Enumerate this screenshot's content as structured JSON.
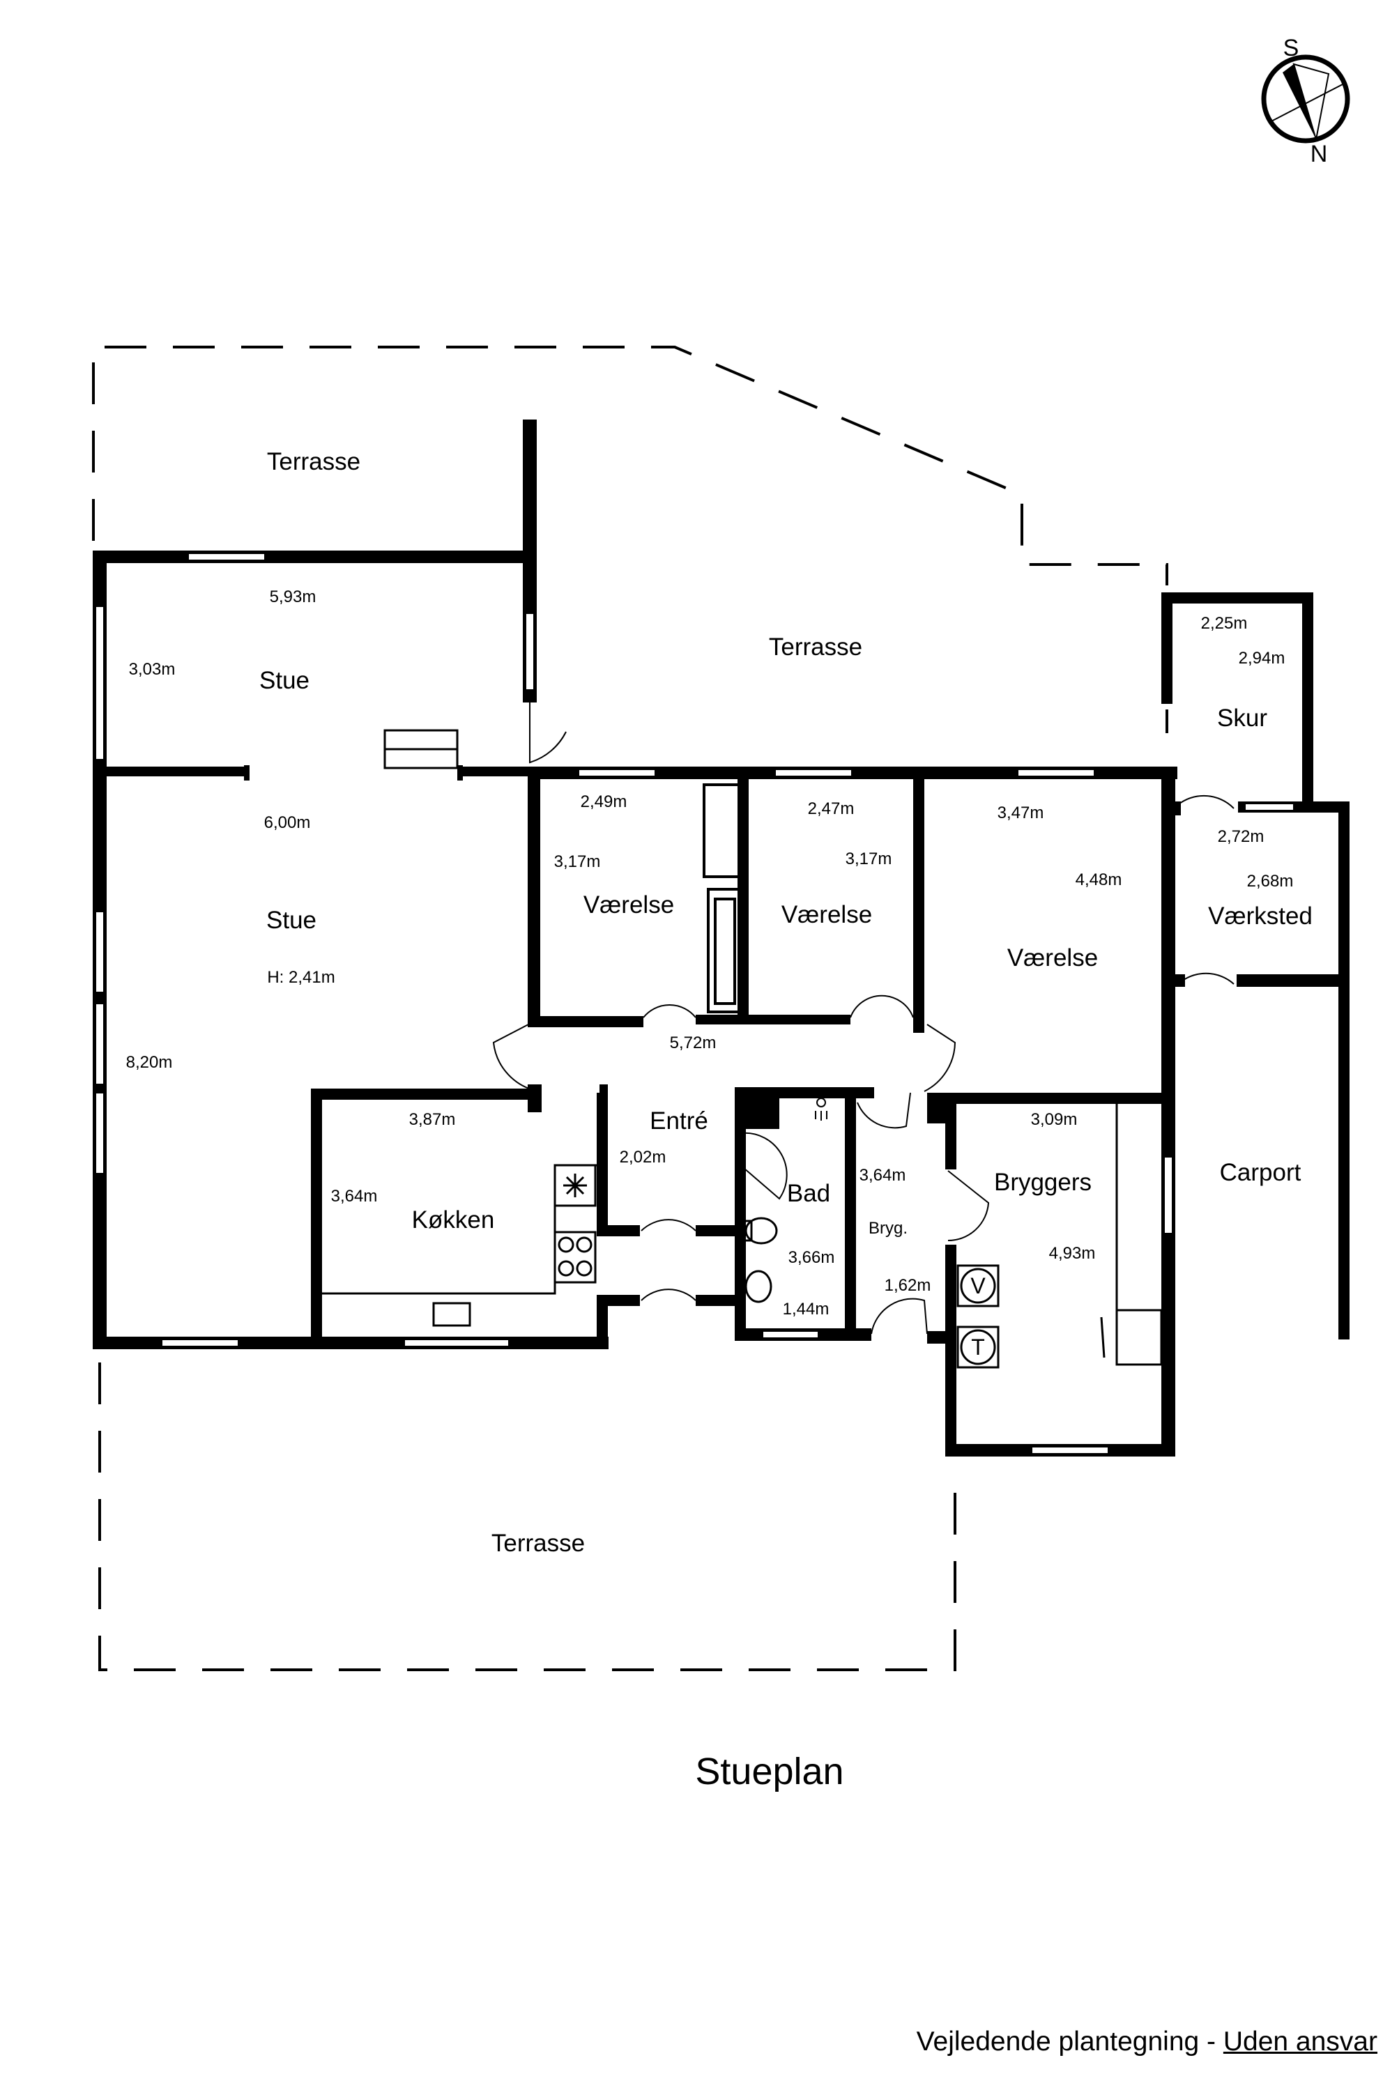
{
  "plan_title": "Stueplan",
  "compass": {
    "s": "S",
    "n": "N"
  },
  "rooms": {
    "terrasse_nw": "Terrasse",
    "terrasse_n": "Terrasse",
    "terrasse_s": "Terrasse",
    "stue_upper": "Stue",
    "stue_lower": "Stue",
    "vaerelse_1": "Værelse",
    "vaerelse_2": "Værelse",
    "vaerelse_3": "Værelse",
    "entre": "Entré",
    "koekken": "Køkken",
    "bad": "Bad",
    "bryg_small": "Bryg.",
    "bryggers": "Bryggers",
    "skur": "Skur",
    "vaerksted": "Værksted",
    "carport": "Carport"
  },
  "dimensions": {
    "stue_upper_w": "5,93m",
    "stue_upper_h": "3,03m",
    "stue_lower_w": "6,00m",
    "stue_lower_h": "8,20m",
    "stue_height": "H: 2,41m",
    "v1_w": "2,49m",
    "v1_h": "3,17m",
    "v2_w": "2,47m",
    "v2_h": "3,17m",
    "v3_w": "3,47m",
    "v3_h": "4,48m",
    "hall_w": "5,72m",
    "entre_w": "2,02m",
    "koekken_w": "3,87m",
    "koekken_h": "3,64m",
    "bad_h": "3,66m",
    "bad_w": "1,44m",
    "bryg_h": "3,64m",
    "bryg_w": "1,62m",
    "bryggers_w": "3,09m",
    "bryggers_h": "4,93m",
    "skur_w": "2,25m",
    "skur_h": "2,94m",
    "vaerksted_w": "2,72m",
    "vaerksted_h": "2,68m"
  },
  "appliances": {
    "v": "V",
    "t": "T"
  },
  "footer": {
    "text": "Vejledende plantegning - ",
    "link": "Uden ansvar"
  }
}
